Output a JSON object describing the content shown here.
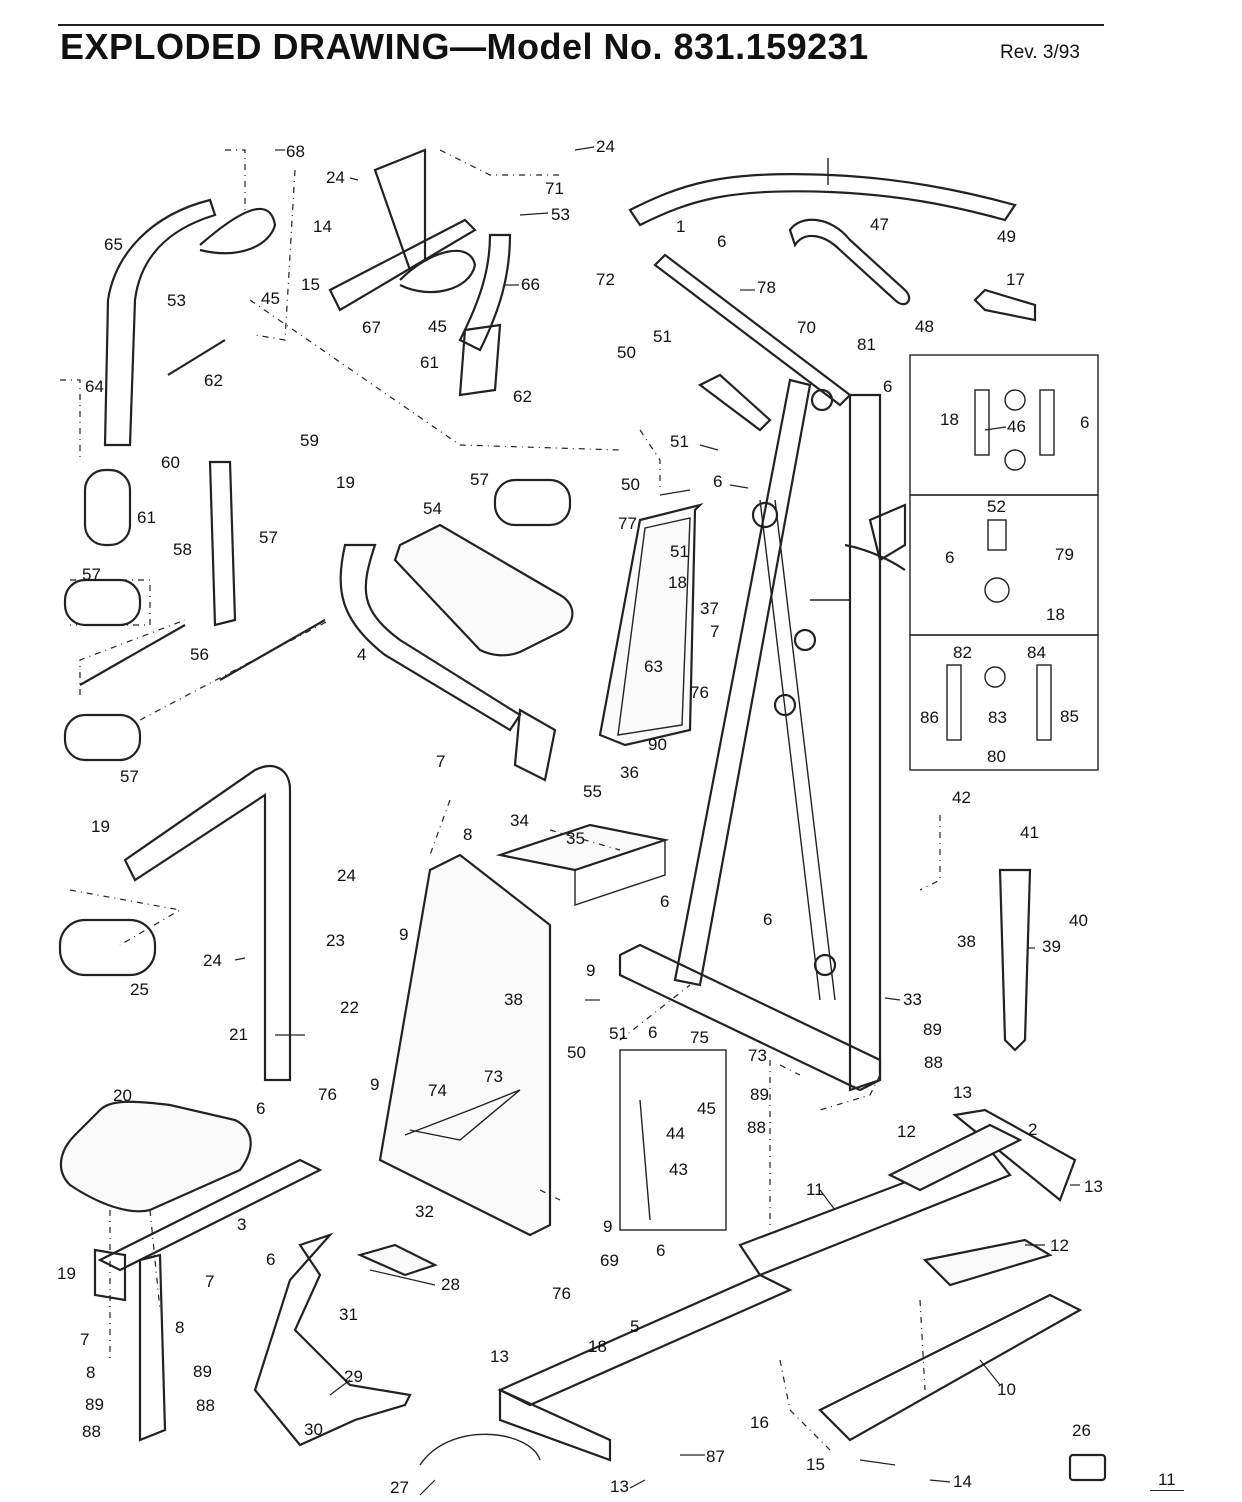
{
  "header": {
    "title": "EXPLODED DRAWING—Model No. 831.159231",
    "revision": "Rev. 3/93"
  },
  "footer": {
    "page_number": "11"
  },
  "part_labels": [
    "1",
    "2",
    "3",
    "4",
    "5",
    "6",
    "7",
    "8",
    "9",
    "10",
    "11",
    "12",
    "13",
    "14",
    "15",
    "16",
    "17",
    "18",
    "19",
    "20",
    "21",
    "22",
    "23",
    "24",
    "25",
    "26",
    "27",
    "28",
    "29",
    "30",
    "31",
    "32",
    "33",
    "34",
    "35",
    "36",
    "37",
    "38",
    "39",
    "40",
    "41",
    "42",
    "43",
    "44",
    "45",
    "46",
    "47",
    "48",
    "49",
    "50",
    "51",
    "52",
    "53",
    "54",
    "55",
    "56",
    "57",
    "58",
    "59",
    "60",
    "61",
    "62",
    "63",
    "64",
    "65",
    "66",
    "67",
    "68",
    "69",
    "70",
    "71",
    "72",
    "73",
    "74",
    "75",
    "76",
    "77",
    "78",
    "79",
    "80",
    "81",
    "82",
    "83",
    "84",
    "85",
    "86",
    "87",
    "88",
    "89",
    "90"
  ]
}
